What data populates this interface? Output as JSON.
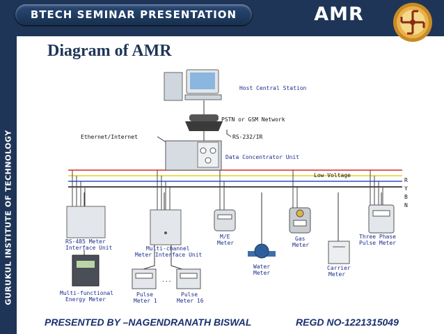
{
  "header": {
    "title": "BTECH SEMINAR PRESENTATION",
    "topic": "AMR"
  },
  "sidebar": {
    "text": "GURUKUL  INSTITUTE OF TECHNOLOGY"
  },
  "slide": {
    "title": "Diagram of AMR"
  },
  "diagram": {
    "host": "Host Central Station",
    "network": "PSTN or GSM Network",
    "ethernet": "Ethernet/Internet",
    "rs232": "RS-232/IR",
    "dcu": "Data Concentrator Unit",
    "low_voltage": "Low Voltage",
    "phases": [
      "R",
      "Y",
      "B",
      "N"
    ],
    "rs485": [
      "RS-485 Meter",
      "Interface Unit"
    ],
    "multichannel": [
      "Multi-channel",
      "Meter Interface Unit"
    ],
    "me_meter": [
      "M/E",
      "Meter"
    ],
    "gas_meter": [
      "Gas",
      "Meter"
    ],
    "three_phase": [
      "Three Phase",
      "Pulse Meter"
    ],
    "water_meter": [
      "Water",
      "Meter"
    ],
    "carrier_meter": [
      "Carrier",
      "Meter"
    ],
    "multifunctional": [
      "Multi-functional",
      "Energy Meter"
    ],
    "pulse1": [
      "Pulse",
      "Meter 1"
    ],
    "pulse16": [
      "Pulse",
      "Meter 16"
    ],
    "dots": "...",
    "colors": {
      "phase_r": "#d42a2a",
      "phase_y": "#e8d21a",
      "phase_b": "#2b4ed1",
      "phase_n": "#111111"
    }
  },
  "footer": {
    "presenter": "PRESENTED BY –NAGENDRANATH BISWAL",
    "regd": "REGD NO-1221315049"
  },
  "logo": {
    "name": "institute-emblem-icon"
  }
}
